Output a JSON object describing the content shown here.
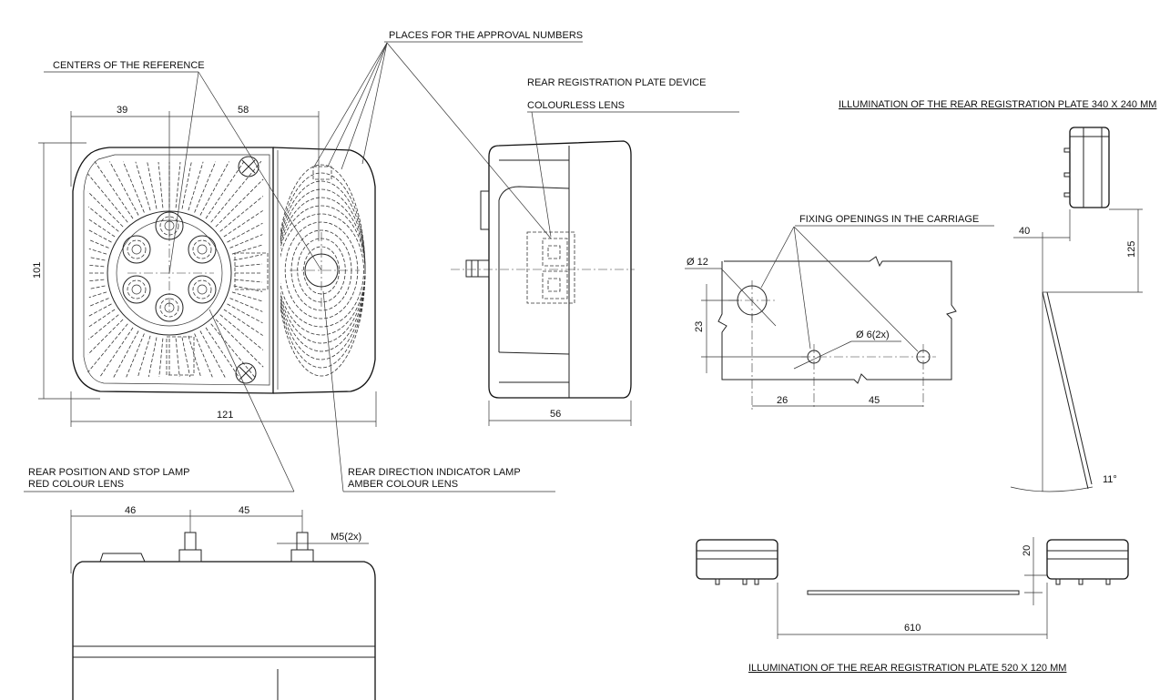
{
  "labels": {
    "approval_numbers": "PLACES FOR THE APPROVAL NUMBERS",
    "centers_reference": "CENTERS OF THE REFERENCE",
    "rear_plate_device": "REAR REGISTRATION PLATE DEVICE",
    "colourless_lens": "COLOURLESS LENS",
    "illum_340": "ILLUMINATION OF THE REAR REGISTRATION PLATE 340 X 240 MM",
    "fixing_openings": "FIXING OPENINGS IN THE CARRIAGE",
    "position_stop_1": "REAR POSITION AND STOP LAMP",
    "position_stop_2": "RED COLOUR LENS",
    "direction_1": "REAR DIRECTION INDICATOR LAMP",
    "direction_2": "AMBER COLOUR LENS",
    "illum_520": "ILLUMINATION OF THE REAR REGISTRATION PLATE 520 X 120 MM",
    "thread": "M5(2x)",
    "dia12": "Ø 12",
    "dia6": "Ø 6(2x)",
    "angle": "11°"
  },
  "dimensions": {
    "d39": "39",
    "d58": "58",
    "d101": "101",
    "d121": "121",
    "d56": "56",
    "d46": "46",
    "d45a": "45",
    "d23": "23",
    "d26": "26",
    "d45b": "45",
    "d40": "40",
    "d125": "125",
    "d20": "20",
    "d610": "610"
  }
}
